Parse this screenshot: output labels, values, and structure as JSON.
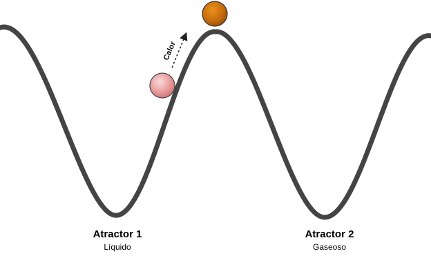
{
  "heat": {
    "label": "Calor"
  },
  "attractors": [
    {
      "title": "Atractor 1",
      "state": "Líquido"
    },
    {
      "title": "Atractor 2",
      "state": "Gaseoso"
    }
  ],
  "colors": {
    "curve": "#444444",
    "ball_low": "#e59797",
    "ball_top": "#c96a0c",
    "background": "#ffffff"
  }
}
